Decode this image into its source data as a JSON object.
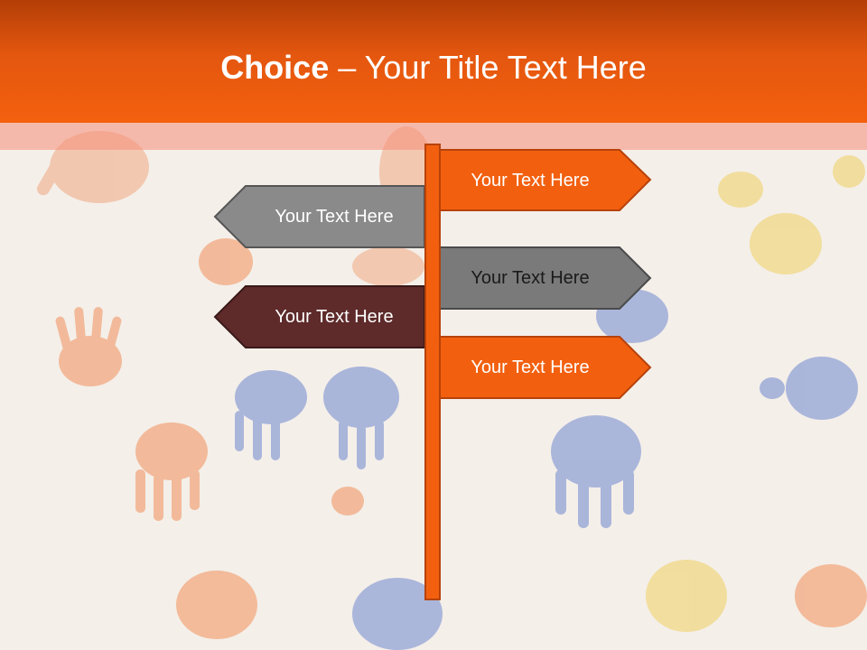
{
  "title": {
    "bold": "Choice",
    "rest": " – Your Title Text Here"
  },
  "signs": [
    {
      "label": "Your Text Here",
      "color": "#f2600f",
      "text_color": "#ffffff"
    },
    {
      "label": "Your Text Here",
      "color": "#8a8a8a",
      "text_color": "#ffffff"
    },
    {
      "label": "Your Text Here",
      "color": "#7a7a7a",
      "text_color": "#1a1a1a"
    },
    {
      "label": "Your Text Here",
      "color": "#5e2a2a",
      "text_color": "#ffffff"
    },
    {
      "label": "Your Text Here",
      "color": "#f2600f",
      "text_color": "#ffffff"
    }
  ],
  "colors": {
    "header": "#e4570f",
    "pole": "#f2600f"
  }
}
